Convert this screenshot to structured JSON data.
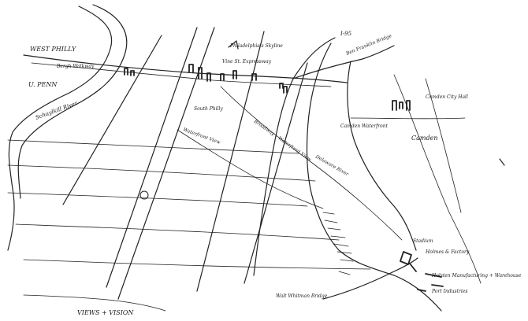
{
  "labels": {
    "west_philly": "WEST PHILLY",
    "bergh_walkway": "Bergh Walkway",
    "u_penn": "U. PENN",
    "schuylkill_river": "Schuylkill River",
    "philadelphia_skyline": "Philadelphia's Skyline",
    "vine_st_expressway": "Vine St. Expressway",
    "i95": "I-95",
    "ben_franklin_bridge": "Ben Franklin Bridge",
    "south_philly": "South Philly",
    "waterfront_view": "Waterfront View",
    "broadway_waterfront_view": "Broadway – Waterfront View",
    "delaware_river": "Delaware River",
    "camden_waterfront": "Camden Waterfront",
    "camden_city_hall": "Camden City Hall",
    "camden": "Camden",
    "stadium": "Stadium",
    "holmes_and_factory": "Holmes & Factory",
    "holsten_manufacturing_warehouse": "Holsten Manufacturing + Warehouse",
    "port_industries": "Port Industries",
    "walt_whitman_bridge": "Walt Whitman Bridge",
    "views_vision": "VIEWS + VISION"
  }
}
